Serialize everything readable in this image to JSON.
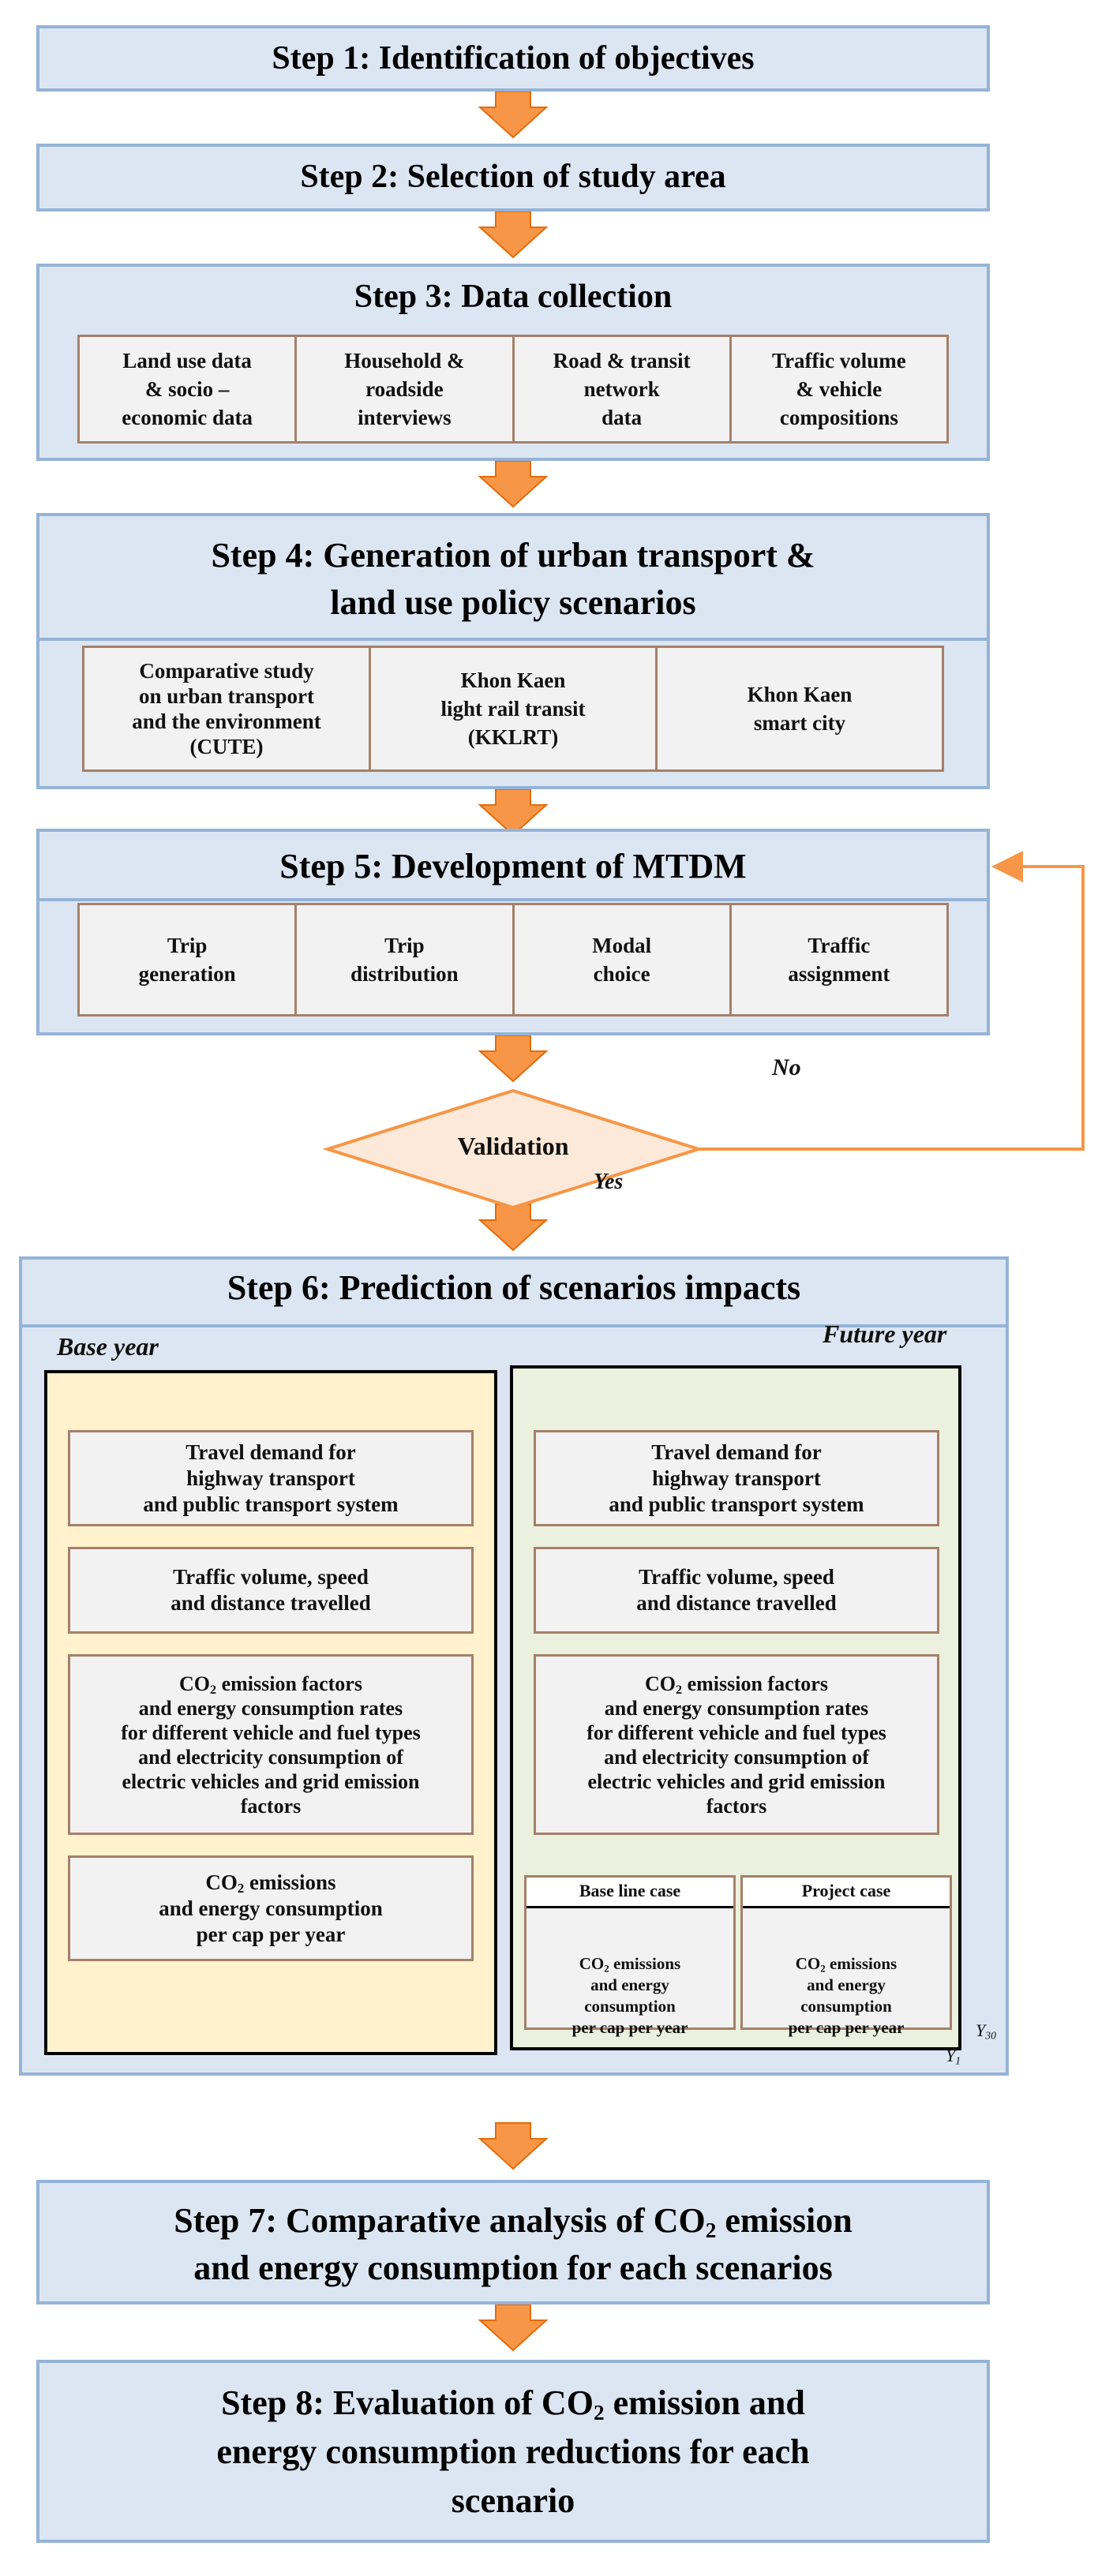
{
  "steps": {
    "s1": "Step 1: Identification of objectives",
    "s2": "Step 2: Selection of study area",
    "s3": "Step 3: Data collection",
    "s4_line1": "Step 4: Generation of urban transport &",
    "s4_line2": "land use policy scenarios",
    "s5": "Step 5: Development of MTDM",
    "s6": "Step 6: Prediction of  scenarios impacts",
    "s7_line1_pre": "Step 7: Comparative analysis of  CO",
    "s7_line1_sub": "2",
    "s7_line1_post": " emission",
    "s7_line2": "and energy consumption for each scenarios",
    "s8_line1_pre": "Step 8: Evaluation of CO",
    "s8_line1_sub": "2",
    "s8_line1_post": " emission and",
    "s8_line2": "energy consumption reductions for each",
    "s8_line3": "scenario"
  },
  "step3_items": [
    "Land use data\n& socio –\neconomic data",
    "Household &\nroadside\ninterviews",
    "Road & transit\nnetwork\ndata",
    "Traffic volume\n& vehicle\ncompositions"
  ],
  "step4_items": [
    "Comparative study\non urban transport\nand the environment\n(CUTE)",
    "Khon Kaen\nlight rail transit\n(KKLRT)",
    "Khon Kaen\nsmart city"
  ],
  "step5_items": [
    "Trip\ngeneration",
    "Trip\ndistribution",
    "Modal\nchoice",
    "Traffic\nassignment"
  ],
  "validation": {
    "label": "Validation",
    "no": "No",
    "yes": "Yes"
  },
  "step6": {
    "base_year": "Base year",
    "future_year": "Future year",
    "travel_demand": "Travel demand for\nhighway transport\nand public transport system",
    "traffic_volume": "Traffic volume, speed\nand distance travelled",
    "emission_factors_sub": "2",
    "emission_factors_pre": "CO",
    "emission_factors_post": " emission factors\nand energy consumption rates\nfor different vehicle and fuel types\nand electricity consumption of\nelectric vehicles and grid emission\nfactors",
    "emissions_pre": "CO",
    "emissions_sub": "2",
    "emissions_post": " emissions\nand energy consumption\nper cap per year",
    "base_line_case": "Base line case",
    "project_case": "Project case",
    "case_text_pre": "CO",
    "case_text_sub": "2",
    "case_text_post": " emissions\nand energy\nconsumption\nper cap per year",
    "y30": "Y",
    "y30_sub": "30",
    "y1": "Y",
    "y1_sub": "1"
  },
  "colors": {
    "step_fill": "#dce6f2",
    "step_border": "#95b3d7",
    "arrow": "#f79646",
    "diamond_fill": "#fde9d9",
    "base_year_fill": "#fff2cc",
    "future_year_fill": "#ebf1de",
    "sub_border": "#a5806a"
  }
}
